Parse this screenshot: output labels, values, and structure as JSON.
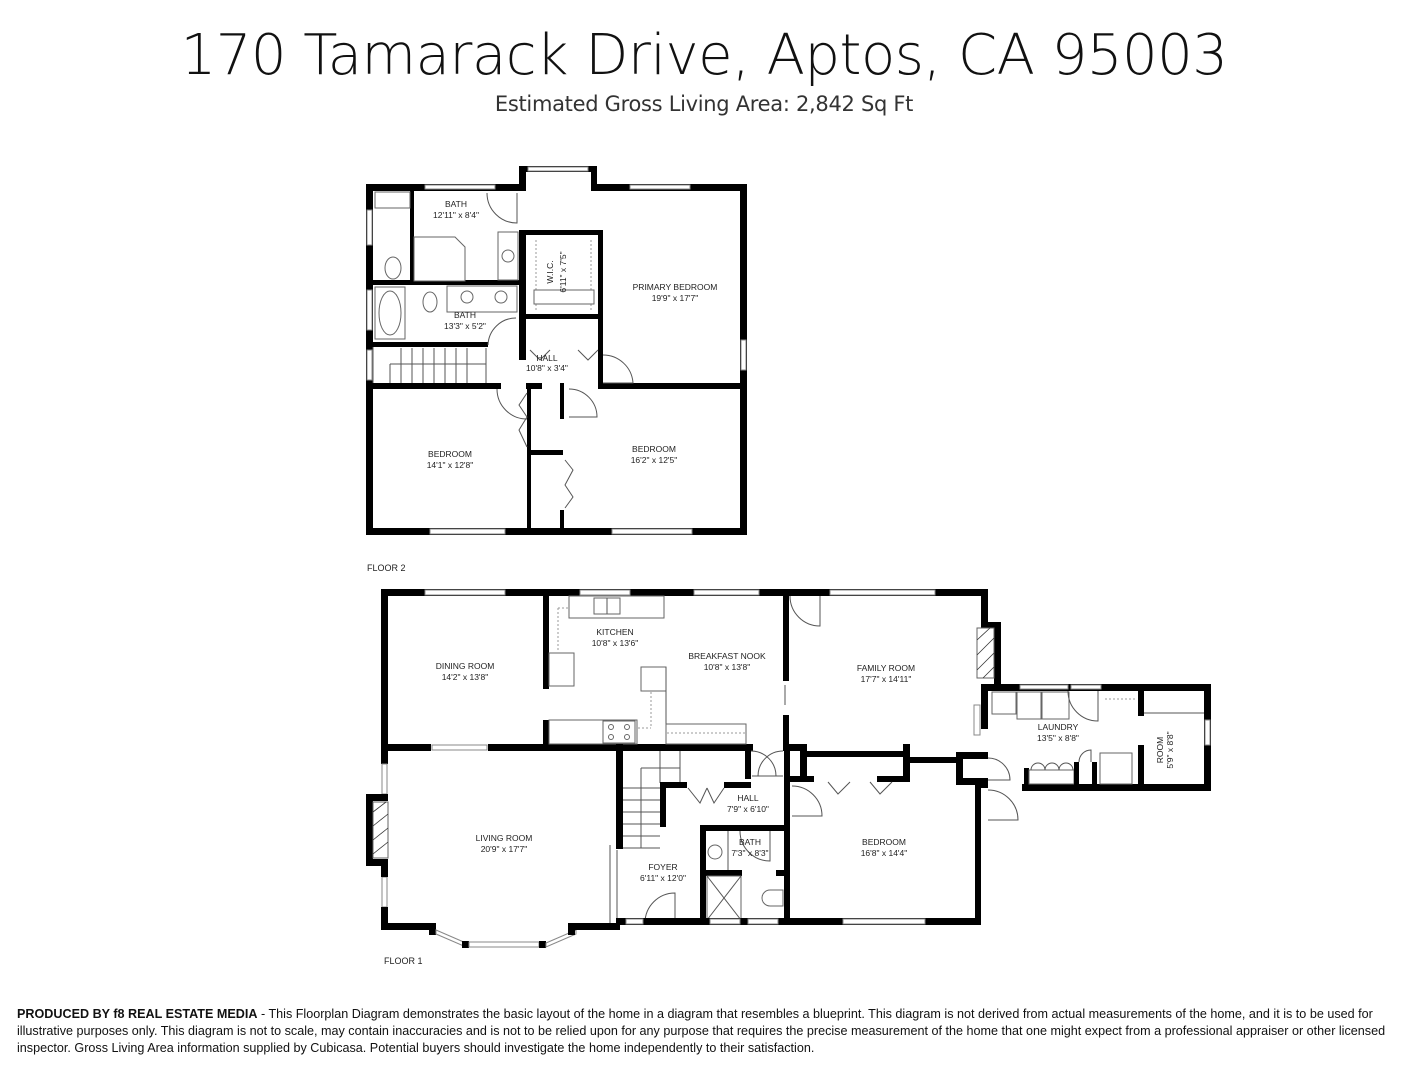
{
  "header": {
    "title": "170 Tamarack Drive, Aptos, CA 95003",
    "subtitle": "Estimated Gross Living Area: 2,842 Sq Ft"
  },
  "floors": [
    {
      "label": "FLOOR 2",
      "rooms": [
        {
          "name": "BATH",
          "dims": "12'11\" x 8'4\""
        },
        {
          "name": "W.I.C.",
          "dims": "6'11\" x 7'5\""
        },
        {
          "name": "PRIMARY BEDROOM",
          "dims": "19'9\" x 17'7\""
        },
        {
          "name": "BATH",
          "dims": "13'3\" x 5'2\""
        },
        {
          "name": "HALL",
          "dims": "10'8\" x 3'4\""
        },
        {
          "name": "BEDROOM",
          "dims": "14'1\" x 12'8\""
        },
        {
          "name": "BEDROOM",
          "dims": "16'2\" x 12'5\""
        }
      ]
    },
    {
      "label": "FLOOR 1",
      "rooms": [
        {
          "name": "DINING ROOM",
          "dims": "14'2\" x 13'8\""
        },
        {
          "name": "KITCHEN",
          "dims": "10'8\" x 13'6\""
        },
        {
          "name": "BREAKFAST NOOK",
          "dims": "10'8\" x 13'8\""
        },
        {
          "name": "FAMILY ROOM",
          "dims": "17'7\" x 14'11\""
        },
        {
          "name": "LAUNDRY",
          "dims": "13'5\" x 8'8\""
        },
        {
          "name": "ROOM",
          "dims": "5'9\" x 8'8\""
        },
        {
          "name": "LIVING ROOM",
          "dims": "20'9\" x 17'7\""
        },
        {
          "name": "HALL",
          "dims": "7'9\" x 6'10\""
        },
        {
          "name": "BATH",
          "dims": "7'3\" x 8'3\""
        },
        {
          "name": "FOYER",
          "dims": "6'11\" x 12'0\""
        },
        {
          "name": "BEDROOM",
          "dims": "16'8\" x 14'4\""
        }
      ]
    }
  ],
  "footer": {
    "producer": "PRODUCED BY f8 REAL ESTATE MEDIA",
    "disclaimer": " - This Floorplan Diagram demonstrates the basic layout of the home in a diagram that resembles a blueprint. This diagram is not derived from actual measurements of the home, and it is to be used for illustrative purposes only. This diagram is not to scale, may contain inaccuracies and is not to be relied upon for any purpose that requires the precise measurement of the home that one might expect from a professional appraiser or other licensed inspector. Gross Living Area information supplied by Cubicasa. Potential buyers should investigate the home independently to their satisfaction."
  }
}
